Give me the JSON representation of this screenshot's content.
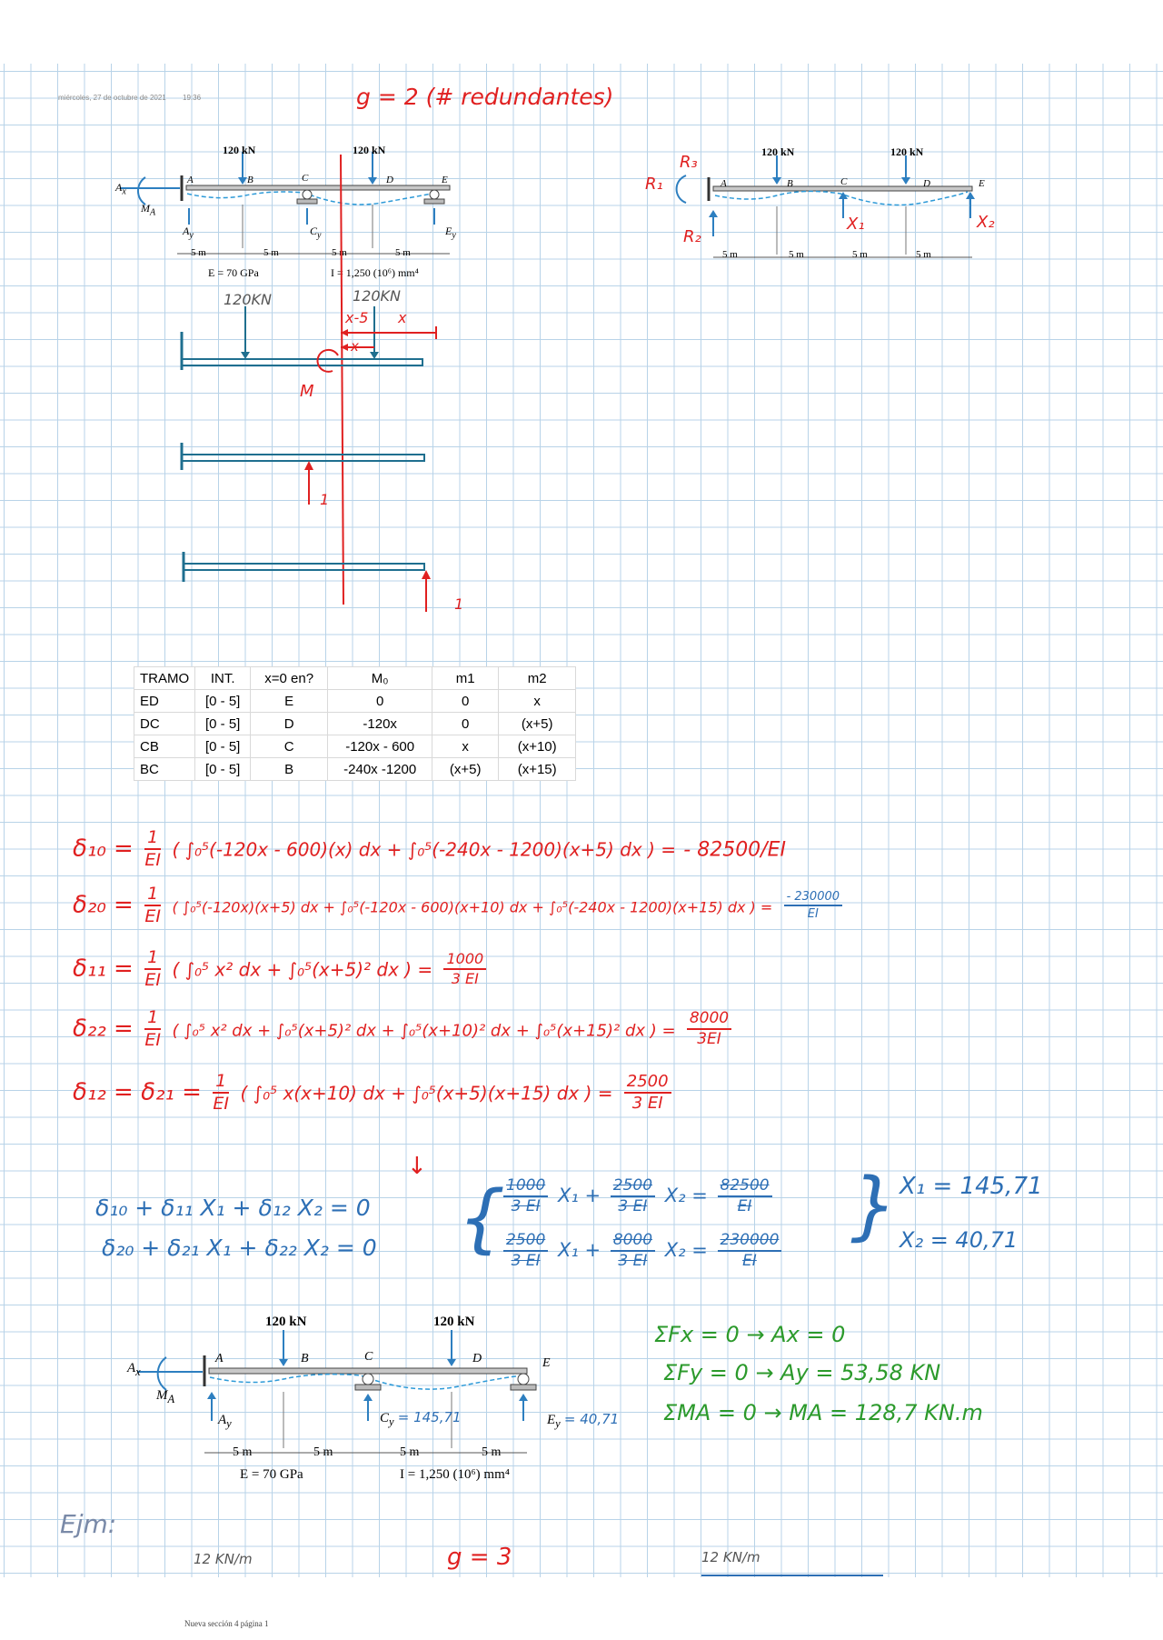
{
  "header": {
    "date": "miércoles, 27 de octubre de 2021",
    "time": "19:36"
  },
  "title_note": "g = 2 (# redundantes)",
  "beam_figure": {
    "load_label": "120 kN",
    "points": [
      "A",
      "B",
      "C",
      "D",
      "E"
    ],
    "ax": "A",
    "ax_sub": "x",
    "ma": "M",
    "ma_sub": "A",
    "ay": "A",
    "ay_sub": "y",
    "cy": "C",
    "cy_sub": "y",
    "ey": "E",
    "ey_sub": "y",
    "span": "5 m",
    "e_mod": "E = 70 GPa",
    "inertia": "I = 1,250 (10⁶) mm⁴"
  },
  "released_figure": {
    "r1": "R₁",
    "r2": "R₂",
    "r3": "R₃",
    "x1": "X₁",
    "x2": "X₂"
  },
  "cut_sketch": {
    "load1": "120KN",
    "load2": "120KN",
    "dist1": "x-5",
    "dist2": "x",
    "dist3": "x",
    "moment": "M",
    "unit": "1"
  },
  "table": {
    "headers": [
      "TRAMO",
      "INT.",
      "x=0 en?",
      "M₀",
      "m1",
      "m2"
    ],
    "rows": [
      [
        "ED",
        "[0 - 5]",
        "E",
        "0",
        "0",
        "x"
      ],
      [
        "DC",
        "[0 - 5]",
        "D",
        "-120x",
        "0",
        "(x+5)"
      ],
      [
        "CB",
        "[0 - 5]",
        "C",
        "-120x - 600",
        "x",
        "(x+10)"
      ],
      [
        "BC",
        "[0 - 5]",
        "B",
        "-240x -1200",
        "(x+5)",
        "(x+15)"
      ]
    ]
  },
  "equations": {
    "d10_lhs": "δ₁₀ =",
    "d10_body": "( ∫₀⁵(-120x - 600)(x) dx + ∫₀⁵(-240x - 1200)(x+5) dx ) =",
    "d10_res": "- 82500/EI",
    "d20_lhs": "δ₂₀ =",
    "d20_body": "( ∫₀⁵(-120x)(x+5) dx + ∫₀⁵(-120x - 600)(x+10) dx + ∫₀⁵(-240x - 1200)(x+15) dx ) =",
    "d20_res_n": "- 230000",
    "d20_res_d": "EI",
    "d11_lhs": "δ₁₁ =",
    "d11_body": "( ∫₀⁵ x² dx + ∫₀⁵(x+5)² dx ) =",
    "d11_res_n": "1000",
    "d11_res_d": "3 EI",
    "d22_lhs": "δ₂₂ =",
    "d22_body": "( ∫₀⁵ x² dx + ∫₀⁵(x+5)² dx + ∫₀⁵(x+10)² dx + ∫₀⁵(x+15)² dx ) =",
    "d22_res_n": "8000",
    "d22_res_d": "3EI",
    "d12_lhs": "δ₁₂ = δ₂₁ =",
    "d12_body": "( ∫₀⁵ x(x+10) dx + ∫₀⁵(x+5)(x+15) dx ) =",
    "d12_res_n": "2500",
    "d12_res_d": "3 EI",
    "one": "1",
    "ei": "EI"
  },
  "system": {
    "arrow": "↓",
    "eq1": "δ₁₀ + δ₁₁ X₁ + δ₁₂ X₂ = 0",
    "eq2": "δ₂₀ + δ₂₁ X₁ + δ₂₂ X₂ = 0",
    "s1_a_n": "1000",
    "s1_a_d": "3 EI",
    "s1_b_n": "2500",
    "s1_b_d": "3 EI",
    "s1_c_n": "82500",
    "s1_c_d": "EI",
    "s2_a_n": "2500",
    "s2_a_d": "3 EI",
    "s2_b_n": "8000",
    "s2_b_d": "3 EI",
    "s2_c_n": "230000",
    "s2_c_d": "EI",
    "x1v": "X₁",
    "x2v": "X₂",
    "plus": "+",
    "eqs": "=",
    "x1": "X₁ = 145,71",
    "x2": "X₂ = 40,71"
  },
  "equilibrium": {
    "fx": "ΣFx = 0  →  Ax = 0",
    "fy": "ΣFy = 0  →  Ay = 53,58 KN",
    "ma": "ΣMA = 0  →  MA = 128,7 KN.m"
  },
  "final_beam": {
    "cy_value": "= 145,71",
    "ey_value": "= 40,71"
  },
  "footer": {
    "ejm": "Ejm:",
    "load_left": "12 KN/m",
    "g3": "g = 3",
    "load_right": "12 KN/m",
    "section": "Nueva sección 4 página 1"
  }
}
